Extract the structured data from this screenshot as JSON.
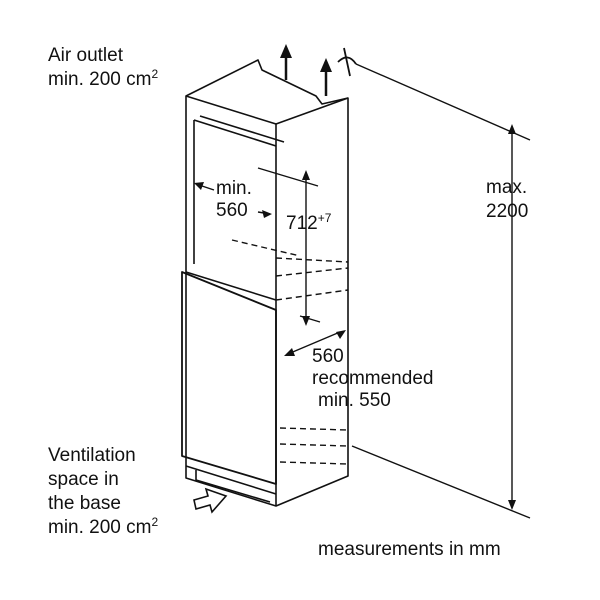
{
  "colors": {
    "line": "#111111",
    "background": "#ffffff"
  },
  "air_outlet": {
    "line1": "Air outlet",
    "line2_prefix": "min. 200 cm",
    "line2_sup": "2"
  },
  "niche_width": {
    "line1": "min.",
    "line2": "560"
  },
  "niche_height": {
    "value": "712",
    "tolerance": "+7"
  },
  "max_height": {
    "line1": "max.",
    "line2": "2200"
  },
  "depth": {
    "line1": "560",
    "line2": "recommended",
    "line3": "min. 550"
  },
  "ventilation": {
    "line1": "Ventilation",
    "line2": "space in",
    "line3": "the base",
    "line4_prefix": "min. 200 cm",
    "line4_sup": "2"
  },
  "footer": {
    "units": "measurements in mm"
  },
  "icons": {
    "outlet": "arrow-up-icon",
    "inlet": "arrow-right-icon",
    "no_gap": "no-gap-symbol-icon"
  }
}
